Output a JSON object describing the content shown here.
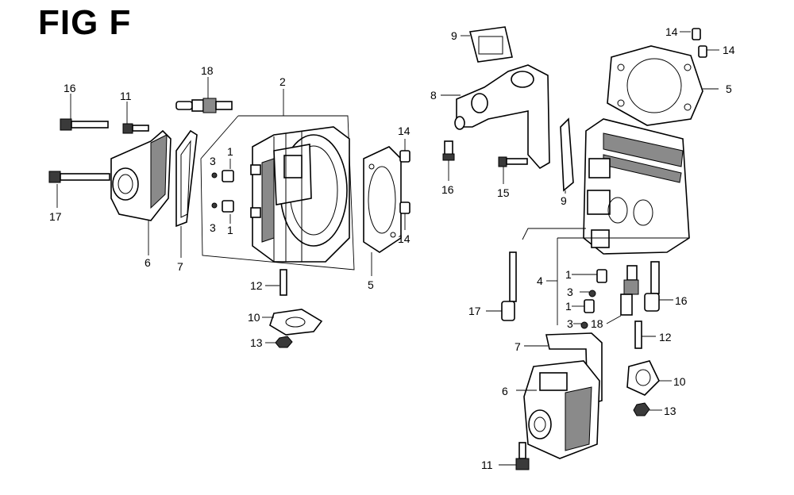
{
  "figure": {
    "title": "FIG F"
  },
  "callouts": [
    {
      "id": "l-2",
      "text": "2"
    },
    {
      "id": "l-3a",
      "text": "3"
    },
    {
      "id": "l-1a",
      "text": "1"
    },
    {
      "id": "l-3b",
      "text": "3"
    },
    {
      "id": "l-1b",
      "text": "1"
    },
    {
      "id": "l-18a",
      "text": "18"
    },
    {
      "id": "l-16a",
      "text": "16"
    },
    {
      "id": "l-11a",
      "text": "11"
    },
    {
      "id": "l-17a",
      "text": "17"
    },
    {
      "id": "l-6a",
      "text": "6"
    },
    {
      "id": "l-7a",
      "text": "7"
    },
    {
      "id": "l-14a",
      "text": "14"
    },
    {
      "id": "l-14b",
      "text": "14"
    },
    {
      "id": "l-5a",
      "text": "5"
    },
    {
      "id": "l-12a",
      "text": "12"
    },
    {
      "id": "l-10a",
      "text": "10"
    },
    {
      "id": "l-13a",
      "text": "13"
    },
    {
      "id": "l-9a",
      "text": "9"
    },
    {
      "id": "l-8",
      "text": "8"
    },
    {
      "id": "l-16b",
      "text": "16"
    },
    {
      "id": "l-15",
      "text": "15"
    },
    {
      "id": "l-9b",
      "text": "9"
    },
    {
      "id": "l-14c",
      "text": "14"
    },
    {
      "id": "l-14d",
      "text": "14"
    },
    {
      "id": "l-5b",
      "text": "5"
    },
    {
      "id": "l-4",
      "text": "4"
    },
    {
      "id": "l-1c",
      "text": "1"
    },
    {
      "id": "l-3c",
      "text": "3"
    },
    {
      "id": "l-1d",
      "text": "1"
    },
    {
      "id": "l-3d",
      "text": "3"
    },
    {
      "id": "l-18b",
      "text": "18"
    },
    {
      "id": "l-17b",
      "text": "17"
    },
    {
      "id": "l-16c",
      "text": "16"
    },
    {
      "id": "l-12b",
      "text": "12"
    },
    {
      "id": "l-7b",
      "text": "7"
    },
    {
      "id": "l-6b",
      "text": "6"
    },
    {
      "id": "l-10b",
      "text": "10"
    },
    {
      "id": "l-13b",
      "text": "13"
    },
    {
      "id": "l-11b",
      "text": "11"
    }
  ]
}
